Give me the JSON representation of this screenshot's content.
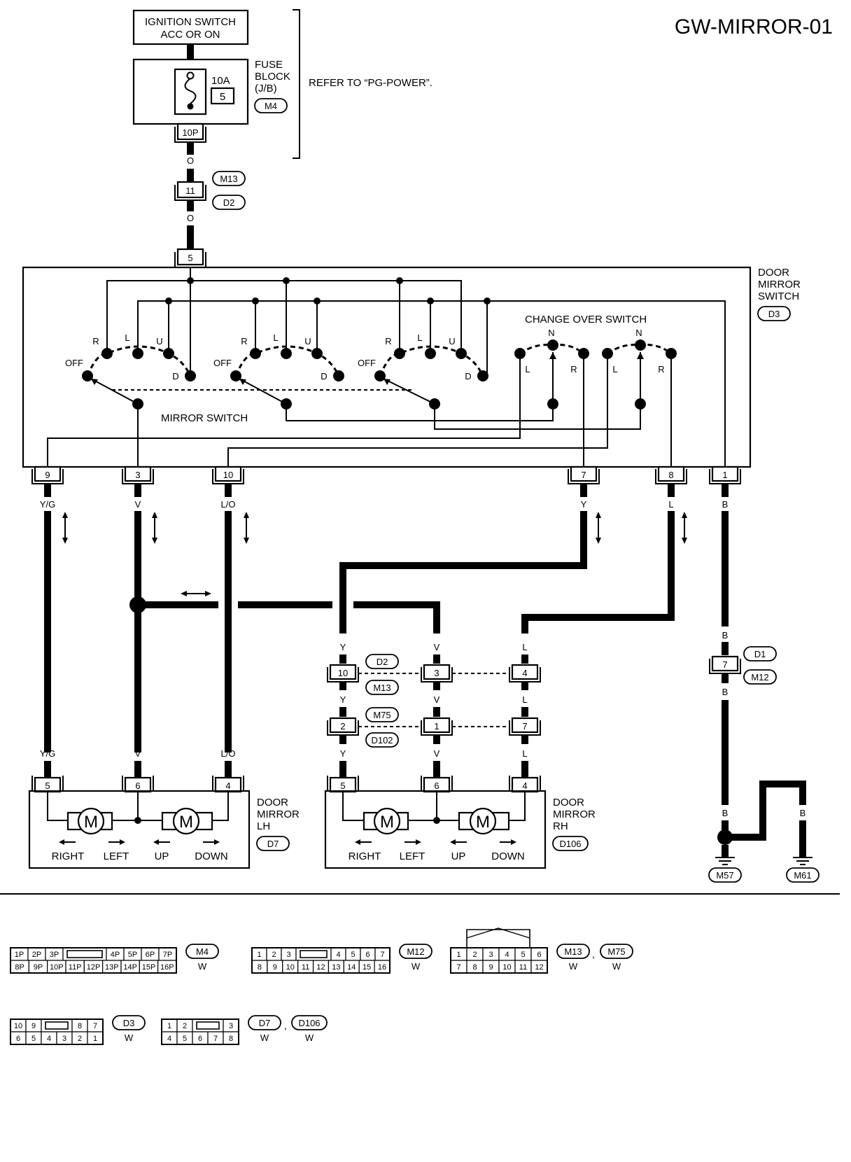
{
  "diagram_id": "GW-MIRROR-01",
  "ignition": {
    "line1": "IGNITION SWITCH",
    "line2": "ACC OR ON"
  },
  "fuse_block": {
    "line1": "FUSE",
    "line2": "BLOCK",
    "line3": "(J/B)",
    "connector": "M4",
    "amp": "10A",
    "fuse_no": "5",
    "pin": "10P"
  },
  "refer_note": "REFER TO “PG-POWER”.",
  "switch_unit": {
    "line1": "DOOR",
    "line2": "MIRROR",
    "line3": "SWITCH",
    "connector": "D3",
    "change_over_label": "CHANGE OVER SWITCH",
    "mirror_switch_label": "MIRROR SWITCH",
    "input_pin": "5",
    "pos": {
      "r": "R",
      "l": "L",
      "u": "U",
      "d": "D",
      "off": "OFF",
      "n": "N"
    },
    "pins": [
      "9",
      "3",
      "10",
      "7",
      "8",
      "1"
    ]
  },
  "wire_colors": {
    "feed": "O",
    "yg": "Y/G",
    "v": "V",
    "lo": "L/O",
    "y": "Y",
    "l": "L",
    "b": "B"
  },
  "joint_connectors": {
    "m13_d2": {
      "a": "M13",
      "b": "D2",
      "pin": "11"
    },
    "d2_m13": {
      "a": "D2",
      "b": "M13",
      "pins": [
        "10",
        "3",
        "4"
      ]
    },
    "m75_d102": {
      "a": "M75",
      "b": "D102",
      "pins": [
        "2",
        "1",
        "7"
      ]
    },
    "d1_m12": {
      "a": "D1",
      "b": "M12",
      "pin": "7"
    }
  },
  "mirror_lh": {
    "line1": "DOOR",
    "line2": "MIRROR",
    "line3": "LH",
    "connector": "D7",
    "pins": [
      "5",
      "6",
      "4"
    ],
    "motor": "M",
    "dirs": [
      "RIGHT",
      "LEFT",
      "UP",
      "DOWN"
    ]
  },
  "mirror_rh": {
    "line1": "DOOR",
    "line2": "MIRROR",
    "line3": "RH",
    "connector": "D106",
    "pins": [
      "5",
      "6",
      "4"
    ],
    "motor": "M",
    "dirs": [
      "RIGHT",
      "LEFT",
      "UP",
      "DOWN"
    ]
  },
  "grounds": [
    "M57",
    "M61"
  ],
  "connector_views": {
    "m4": {
      "top": [
        "1P",
        "2P",
        "3P",
        "4P",
        "5P",
        "6P",
        "7P"
      ],
      "bottom": [
        "8P",
        "9P",
        "10P",
        "11P",
        "12P",
        "13P",
        "14P",
        "15P",
        "16P"
      ],
      "label": "M4",
      "color": "W"
    },
    "m12": {
      "top": [
        "1",
        "2",
        "3",
        "4",
        "5",
        "6",
        "7"
      ],
      "bottom": [
        "8",
        "9",
        "10",
        "11",
        "12",
        "13",
        "14",
        "15",
        "16"
      ],
      "label": "M12",
      "color": "W"
    },
    "m13_m75": {
      "top": [
        "1",
        "2",
        "3",
        "4",
        "5",
        "6"
      ],
      "bottom": [
        "7",
        "8",
        "9",
        "10",
        "11",
        "12"
      ],
      "label_a": "M13",
      "label_b": "M75",
      "sep": ",",
      "color_a": "W",
      "color_b": "W"
    },
    "d3": {
      "top": [
        "10",
        "9",
        "8",
        "7"
      ],
      "bottom": [
        "6",
        "5",
        "4",
        "3",
        "2",
        "1"
      ],
      "label": "D3",
      "color": "W"
    },
    "d7_d106": {
      "top": [
        "1",
        "2",
        "3"
      ],
      "bottom": [
        "4",
        "5",
        "6",
        "7",
        "8"
      ],
      "label_a": "D7",
      "label_b": "D106",
      "sep": ",",
      "color_a": "W",
      "color_b": "W"
    }
  }
}
